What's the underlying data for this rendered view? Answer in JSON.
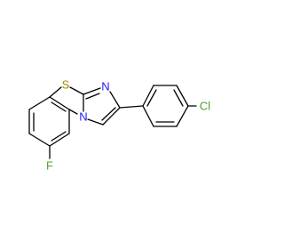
{
  "molecule": {
    "atoms": {
      "sulfur": "S",
      "nitrogen_imine": "N",
      "nitrogen_bridge": "N",
      "fluorine": "F",
      "chlorine": "Cl"
    },
    "colors": {
      "sulfur": "#9a8c00",
      "nitrogen": "#1a1aff",
      "fluorine": "#5aa02c",
      "chlorine": "#4aa02c",
      "bond": "#000000"
    }
  }
}
